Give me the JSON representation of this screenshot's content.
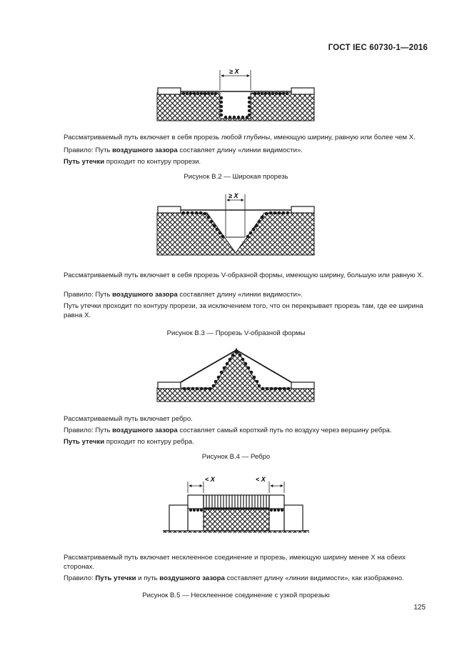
{
  "header": {
    "standard": "ГОСТ IEC 60730-1—2016"
  },
  "figures": [
    {
      "caption": "Рисунок В.2 — Широкая прорезь",
      "dim_label": "≥ X",
      "p1_text": "Рассматриваемый путь включает в себя прорезь любой глубины, имеющую ширину, равную или более чем X.",
      "p2_pre": "Правило: Путь ",
      "p2_bold": "воздушного зазора",
      "p2_post": " составляет длину «линии видимости».",
      "p3_bold": "Путь утечки",
      "p3_post": " проходит по контуру прорези."
    },
    {
      "caption": "Рисунок В.3 — Прорезь V-образной формы",
      "dim_label": "≥ X",
      "p1_text": "Рассматриваемый путь включает в себя прорезь V-образной формы, имеющую ширину, большую или равную X.",
      "p2_pre": "Правило: Путь ",
      "p2_bold": "воздушного зазора",
      "p2_post": " составляет длину «линии видимости».",
      "p3_text": "Путь утечки проходит по контуру прорези, за исключением того, что он перекрывает прорезь там, где ее ширина равна X."
    },
    {
      "caption": "Рисунок В.4 — Ребро",
      "p1_text": "Рассматриваемый путь включает ребро.",
      "p2_pre": "Правило: Путь ",
      "p2_bold": "воздушного зазора",
      "p2_post": " составляет самый короткий путь по воздуху через вершину ребра.",
      "p3_bold": "Путь утечки",
      "p3_post": " проходит по контуру ребра."
    },
    {
      "caption": "Рисунок В.5 — Несклеенное соединение с узкой прорезью",
      "dim_label_left": "< X",
      "dim_label_right": "< X",
      "p1_text": "Рассматриваемый путь включает несклеенное соединение и прорезь, имеющую ширину менее X на обеих сторонах.",
      "p2_pre": "Правило: ",
      "p2_bold": "Путь утечки",
      "p2_mid": " и путь ",
      "p2_bold2": "воздушного зазора",
      "p2_post": " составляет длину «линии видимости», как изображено."
    }
  ],
  "footer": {
    "page_number": "125"
  }
}
